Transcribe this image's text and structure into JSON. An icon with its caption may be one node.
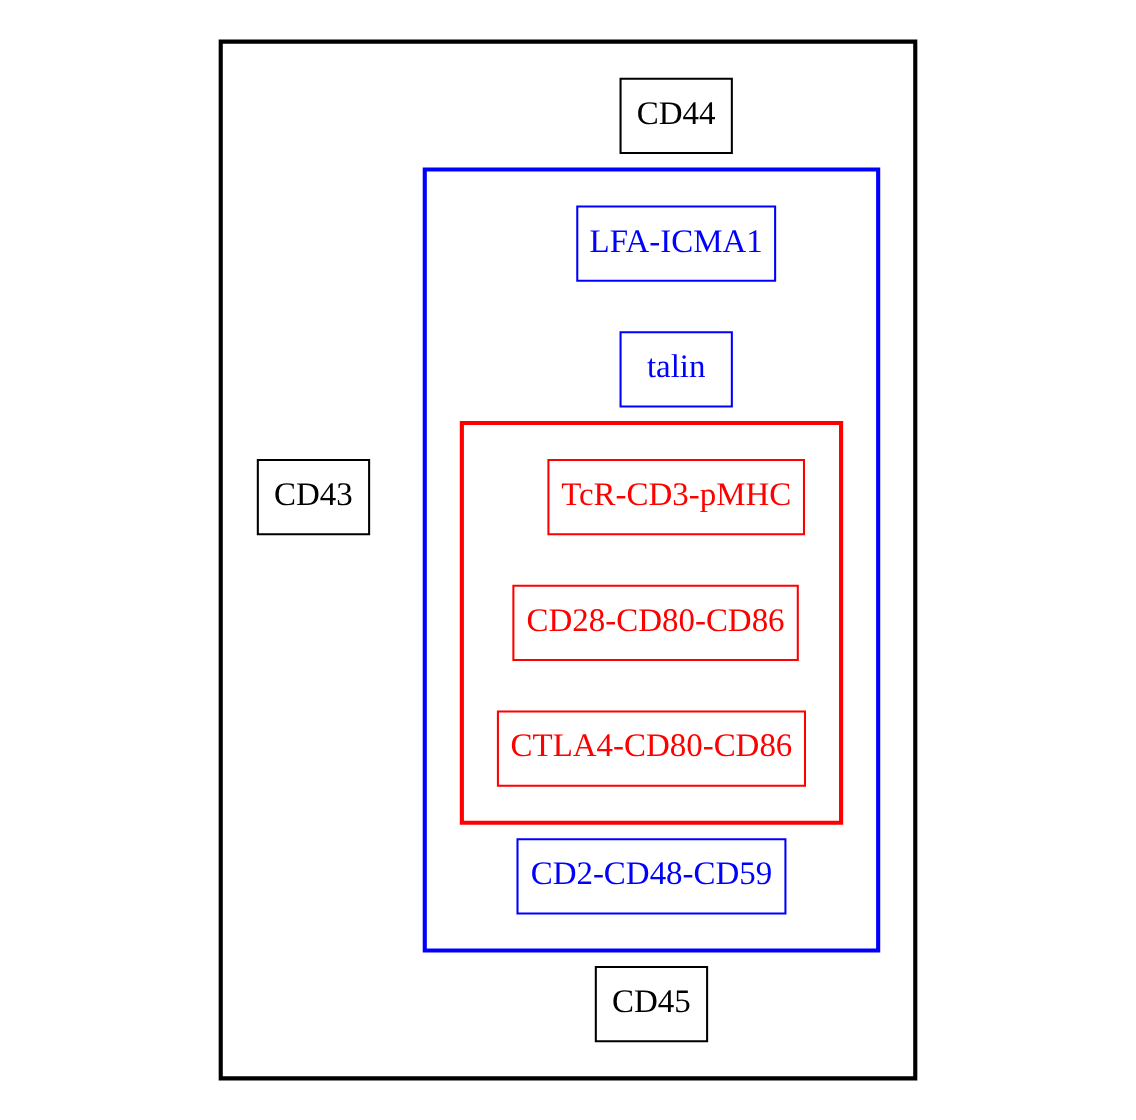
{
  "diagram": {
    "nodes": [
      {
        "text": [],
        "shape": "box"
      },
      {
        "text": [
          "CD44"
        ],
        "in": 0
      },
      {
        "text": [
          "CD43"
        ],
        "in": 0
      },
      {
        "text": [],
        "shape": "box",
        "in": 0
      },
      {
        "text": [
          "LFA-ICMA1"
        ],
        "in": 3
      },
      {
        "text": [
          "talin"
        ],
        "in": 3
      },
      {
        "text": [],
        "shape": "box",
        "in": 3
      },
      {
        "text": [
          "TcR-CD3-pMHC"
        ],
        "in": 6
      },
      {
        "text": [
          "CD28-CD80-CD86"
        ],
        "in": 6
      },
      {
        "text": [
          "CTLA4-CD80-CD86"
        ],
        "in": 6
      },
      {
        "text": [
          "CD2-CD48-CD59"
        ],
        "in": 3
      },
      {
        "text": [
          "CD45"
        ],
        "in": 0
      }
    ]
  }
}
